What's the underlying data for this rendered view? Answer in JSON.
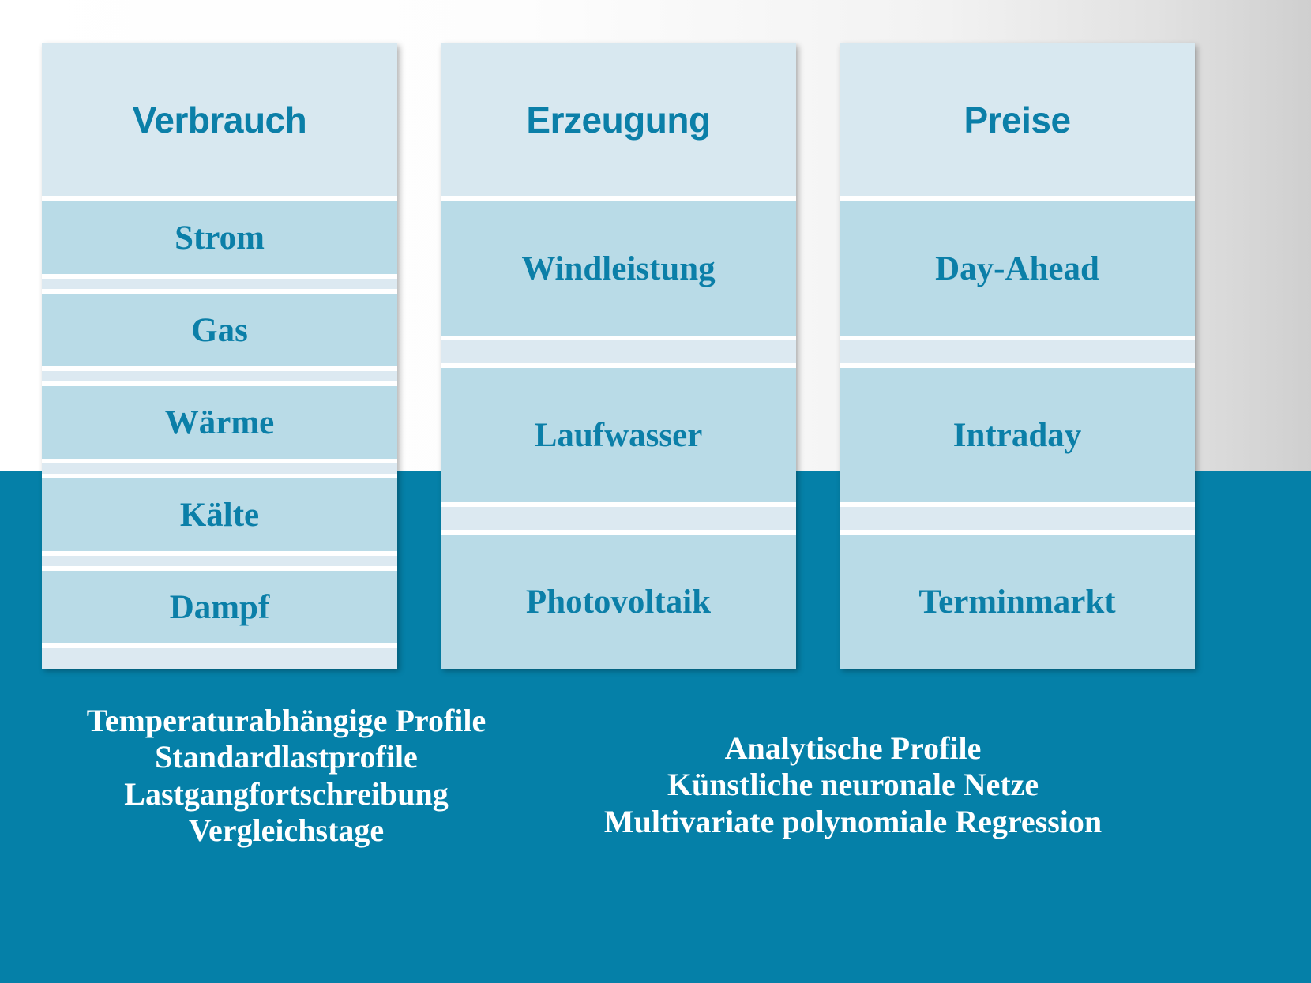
{
  "theme": {
    "accent_teal": "#0580a8",
    "header_blue": "#0b7fa8",
    "card_header_bg": "#d8e8f0",
    "row_bg": "#b9dbe7",
    "band_bg": "#dce9f1",
    "caption_color": "#ffffff"
  },
  "columns": [
    {
      "title": "Verbrauch",
      "items": [
        {
          "label": "Strom"
        },
        {
          "label": "Gas"
        },
        {
          "label": "Wärme"
        },
        {
          "label": "Kälte"
        },
        {
          "label": "Dampf"
        }
      ]
    },
    {
      "title": "Erzeugung",
      "items": [
        {
          "label": "Windleistung"
        },
        {
          "label": "Laufwasser"
        },
        {
          "label": "Photovoltaik"
        }
      ]
    },
    {
      "title": "Preise",
      "items": [
        {
          "label": "Day-Ahead"
        },
        {
          "label": "Intraday"
        },
        {
          "label": "Terminmarkt"
        }
      ]
    }
  ],
  "captions": {
    "left": "Temperaturabhängige Profile\nStandardlastprofile\nLastgangfortschreibung\nVergleichstage",
    "right": "Analytische Profile\nKünstliche neuronale Netze\nMultivariate polynomiale Regression"
  }
}
